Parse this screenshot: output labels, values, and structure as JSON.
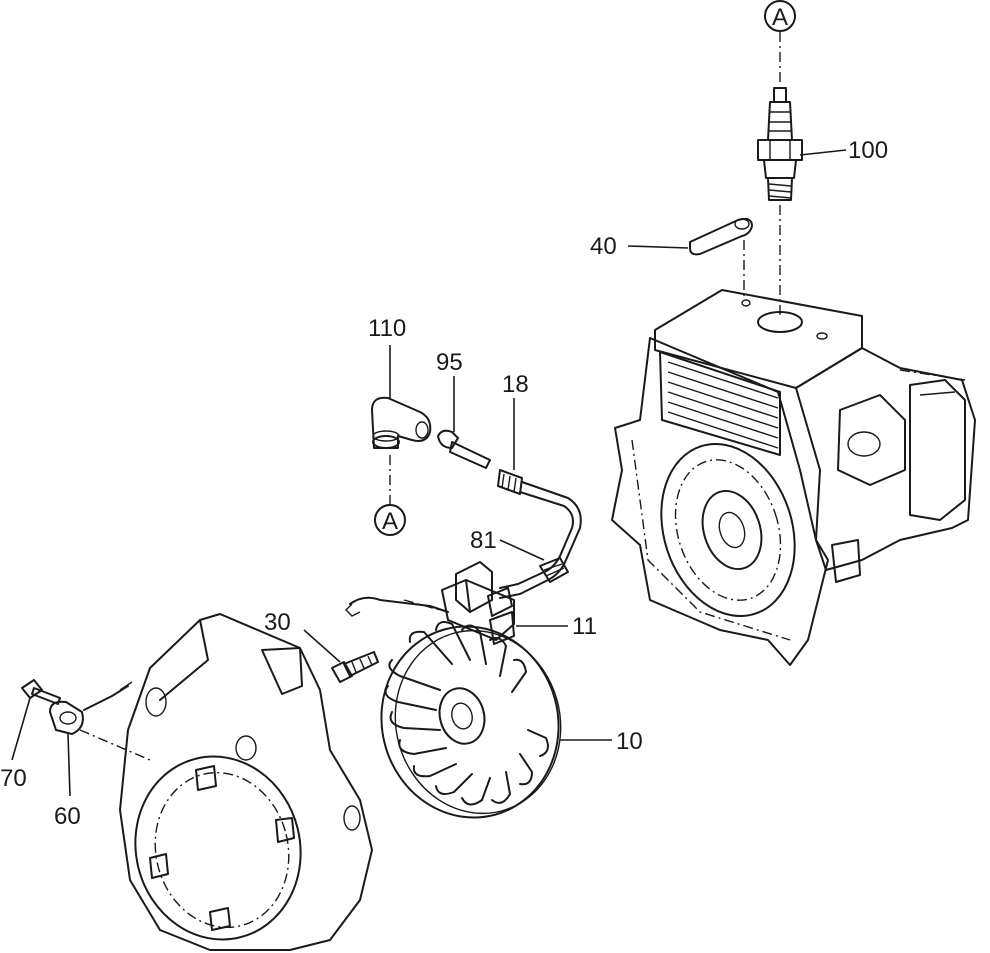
{
  "callouts": {
    "ref_a_top": "A",
    "ref_a_mid": "A",
    "p100": "100",
    "p40": "40",
    "p110": "110",
    "p95": "95",
    "p18": "18",
    "p81": "81",
    "p11": "11",
    "p30": "30",
    "p10": "10",
    "p70": "70",
    "p60": "60"
  },
  "colors": {
    "ink": "#1a1a1a",
    "paper": "#ffffff"
  }
}
